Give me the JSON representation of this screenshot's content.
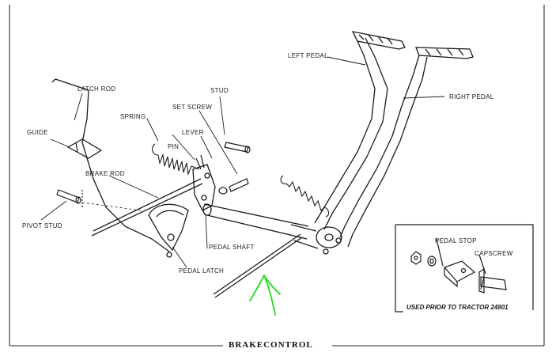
{
  "title": "BRAKECONTROL",
  "labels": {
    "left_pedal": "LEFT PEDAL",
    "right_pedal": "RIGHT PEDAL",
    "latch_rod": "LATCH ROD",
    "stud": "STUD",
    "set_screw": "SET SCREW",
    "spring": "SPRING",
    "lever": "LEVER",
    "guide": "GUIDE",
    "pin": "PIN",
    "brake_rod": "BRAKE ROD",
    "pivot_stud": "PIVOT STUD",
    "pedal_shaft": "PEDAL SHAFT",
    "pedal_latch": "PEDAL LATCH"
  },
  "inset": {
    "pedal_stop": "PEDAL STOP",
    "capscrew": "CAPSCREW",
    "note": "USED PRIOR TO TRACTOR  24801"
  },
  "colors": {
    "line": "#1a1a1a",
    "annotation": "#33dd33"
  }
}
